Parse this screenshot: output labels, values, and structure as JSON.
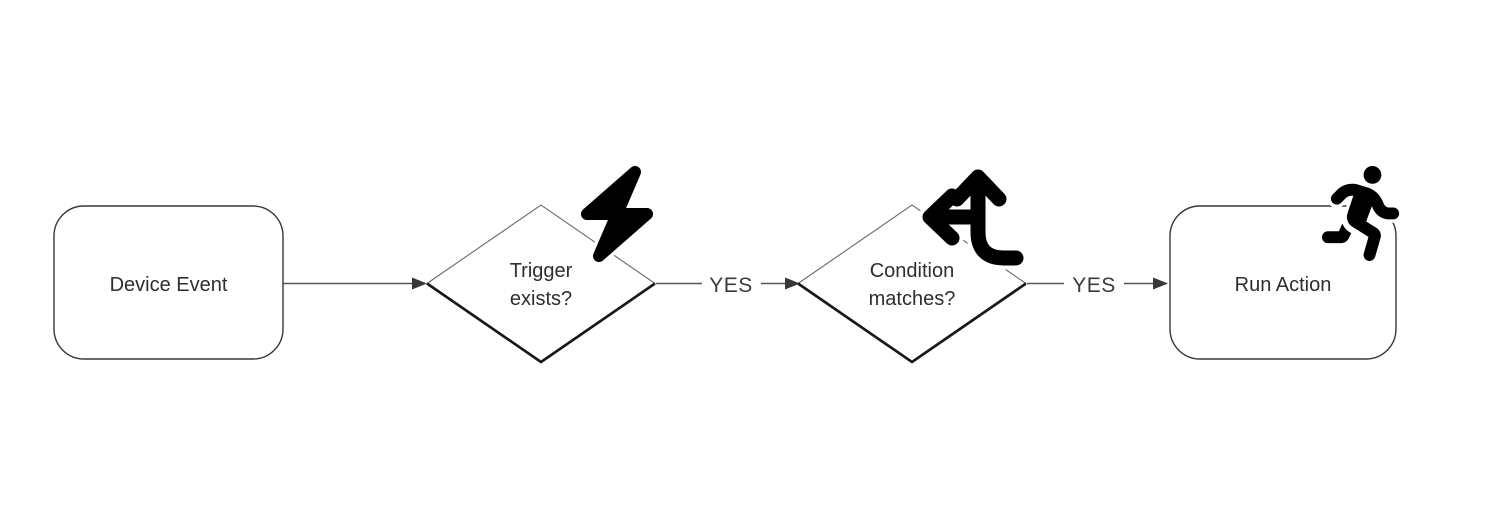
{
  "diagram": {
    "background_color": "#ffffff",
    "line_color": "#555555",
    "text_color": "#2e2e2e",
    "icon_color": "#000000",
    "nodes": [
      {
        "id": "device-event",
        "type": "rounded-rect",
        "label": "Device Event",
        "icon": null
      },
      {
        "id": "trigger-exists",
        "type": "decision",
        "label_line1": "Trigger",
        "label_line2": "exists?",
        "icon": "lightning-bolt-icon"
      },
      {
        "id": "condition-matches",
        "type": "decision",
        "label_line1": "Condition",
        "label_line2": "matches?",
        "icon": "split-arrows-icon"
      },
      {
        "id": "run-action",
        "type": "rounded-rect",
        "label": "Run Action",
        "icon": "person-running-icon"
      }
    ],
    "edges": [
      {
        "from": "device-event",
        "to": "trigger-exists",
        "label": ""
      },
      {
        "from": "trigger-exists",
        "to": "condition-matches",
        "label": "YES"
      },
      {
        "from": "condition-matches",
        "to": "run-action",
        "label": "YES"
      }
    ]
  }
}
